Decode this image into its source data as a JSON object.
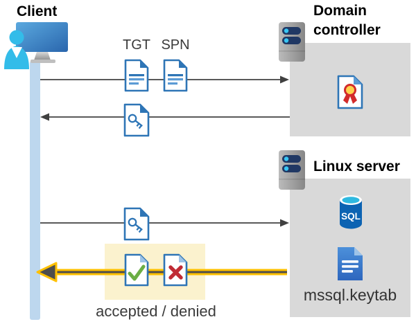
{
  "client": {
    "label": "Client"
  },
  "domain_controller": {
    "label": "Domain controller"
  },
  "linux_server": {
    "label": "Linux server",
    "sql_label": "SQL",
    "keytab_label": "mssql.keytab"
  },
  "messages": {
    "tgt_label": "TGT",
    "spn_label": "SPN",
    "result_label": "accepted / denied"
  },
  "icons": {
    "client": "person-at-monitor-icon",
    "domain_controller": "server-stack-icon",
    "linux_server": "server-stack-icon",
    "tgt": "document-icon",
    "spn": "document-icon",
    "ticket_from_dc": "key-document-icon",
    "ticket_to_linux": "key-document-icon",
    "certificate": "certificate-document-icon",
    "sql_database": "sql-database-cylinder-icon",
    "keytab_file": "blue-document-icon",
    "accepted": "check-document-icon",
    "denied": "x-document-icon"
  },
  "colors": {
    "arrow_gray": "#595959",
    "highlight_yellow": "#FFC000",
    "highlight_box_fill": "#FBF2CE",
    "lifeline_blue": "#BDD7EE",
    "box_gray": "#D9D9D9",
    "doc_blue": "#2E75B6",
    "person_cyan": "#33BCE9",
    "check_green": "#6BAE44",
    "deny_red": "#C02B35",
    "sql_blue": "#0C63B2"
  }
}
